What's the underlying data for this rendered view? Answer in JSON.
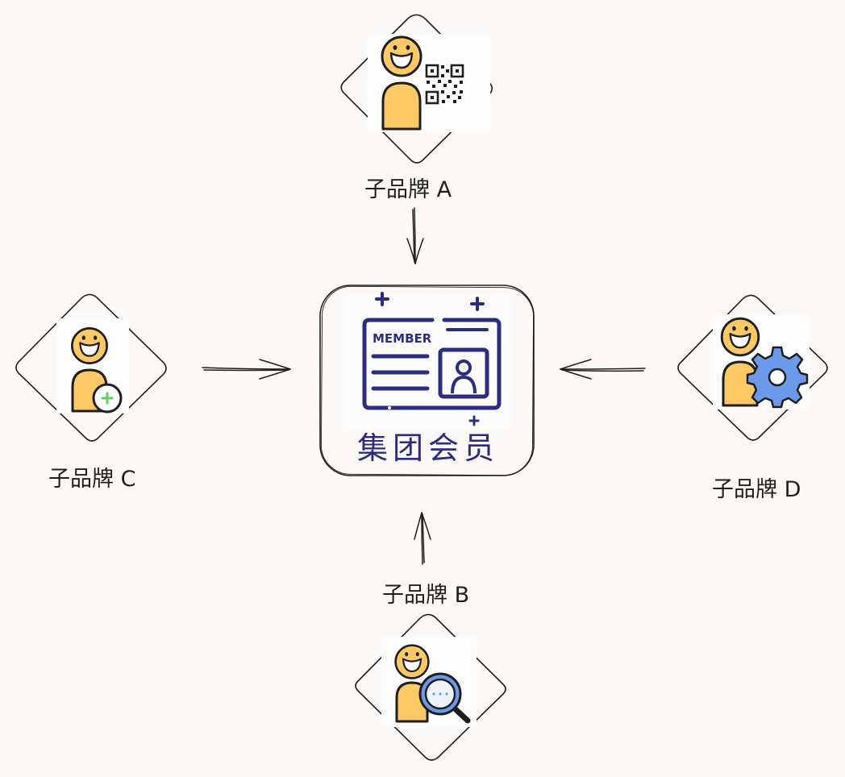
{
  "nodes": {
    "center": {
      "card_text": "MEMBER",
      "caption": "集团会员",
      "icon": "member-card-icon"
    },
    "brand_a": {
      "label": "子品牌 A",
      "icon": "person-qr-code-icon"
    },
    "brand_b": {
      "label": "子品牌 B",
      "icon": "person-search-icon"
    },
    "brand_c": {
      "label": "子品牌 C",
      "icon": "person-add-icon"
    },
    "brand_d": {
      "label": "子品牌 D",
      "icon": "person-settings-icon"
    }
  },
  "edges": [
    {
      "from": "brand_a",
      "to": "center"
    },
    {
      "from": "brand_b",
      "to": "center"
    },
    {
      "from": "brand_c",
      "to": "center"
    },
    {
      "from": "brand_d",
      "to": "center"
    }
  ],
  "colors": {
    "background": "#fcf9f6",
    "stroke": "#1e1e1e",
    "person": "#ffc966",
    "card": "#2b2d7e",
    "gear": "#6d9ae8",
    "add_badge": "#5bd15b"
  }
}
